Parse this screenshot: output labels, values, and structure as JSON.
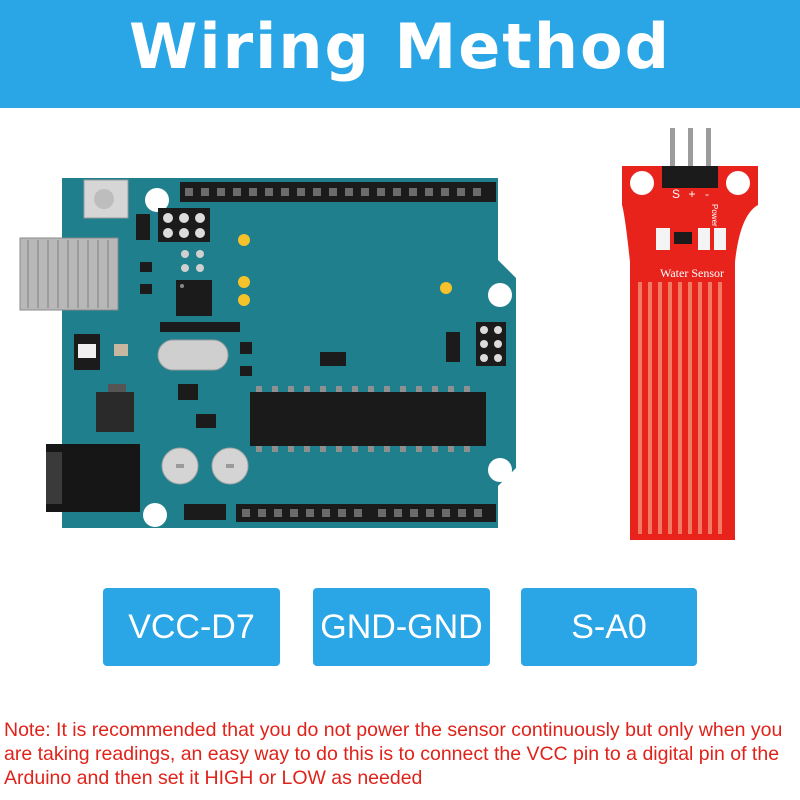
{
  "header": {
    "title": "Wiring Method"
  },
  "sensor": {
    "label": "Water Sensor",
    "pin_s": "S",
    "pin_plus": "+",
    "pin_minus": "-",
    "power_label": "Power"
  },
  "wiring": [
    {
      "label": "VCC-D7"
    },
    {
      "label": "GND-GND"
    },
    {
      "label": "S-A0"
    }
  ],
  "note": "Note: It is recommended that you do not power the sensor continuously but only when you are taking readings, an easy way to do this is to connect the VCC pin to a digital pin of the Arduino and then set it HIGH or LOW as needed",
  "colors": {
    "banner": "#2aa6e6",
    "board": "#1f7f8c",
    "sensor": "#e8231c",
    "note": "#e0231a"
  }
}
